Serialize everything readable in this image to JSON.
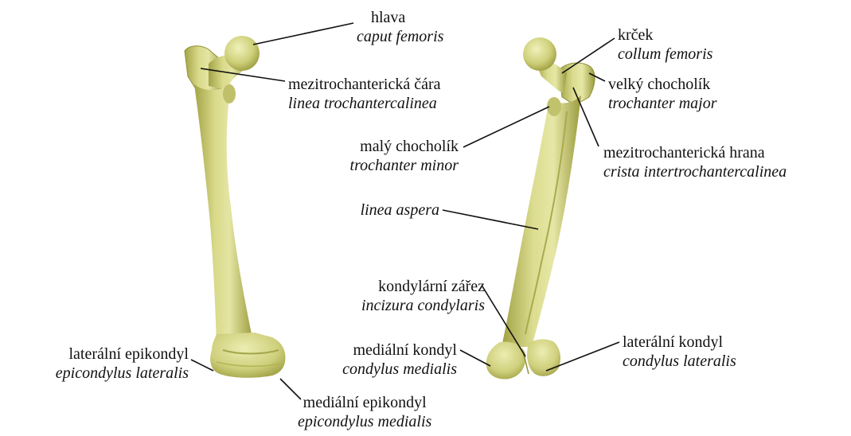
{
  "colors": {
    "bone_base": "#c9c86a",
    "bone_light": "#e7e8a4",
    "bone_shadow": "#9a9a3c",
    "leader": "#111111",
    "text": "#111111"
  },
  "labels": {
    "head": {
      "cz": "hlava",
      "la": "caput femoris"
    },
    "intertrochanteric_line": {
      "cz": "mezitrochanterická čára",
      "la": "linea trochantercalinea"
    },
    "lateral_epicondyle": {
      "cz": "laterální epikondyl",
      "la": "epicondylus lateralis"
    },
    "medial_epicondyle": {
      "cz": "mediální epikondyl",
      "la": "epicondylus medialis"
    },
    "neck": {
      "cz": "krček",
      "la": "collum femoris"
    },
    "greater_trochanter": {
      "cz": "velký chocholík",
      "la": "trochanter major"
    },
    "lesser_trochanter": {
      "cz": "malý chocholík",
      "la": "trochanter minor"
    },
    "intertrochanteric_crest": {
      "cz": "mezitrochanterická hrana",
      "la": "crista intertrochantercalinea"
    },
    "linea_aspera": {
      "cz": "",
      "la": "linea aspera"
    },
    "intercondylar_notch": {
      "cz": "kondylární zářez",
      "la": "incizura condylaris"
    },
    "medial_condyle": {
      "cz": "mediální kondyl",
      "la": "condylus medialis"
    },
    "lateral_condyle": {
      "cz": "laterální kondyl",
      "la": "condylus lateralis"
    }
  }
}
